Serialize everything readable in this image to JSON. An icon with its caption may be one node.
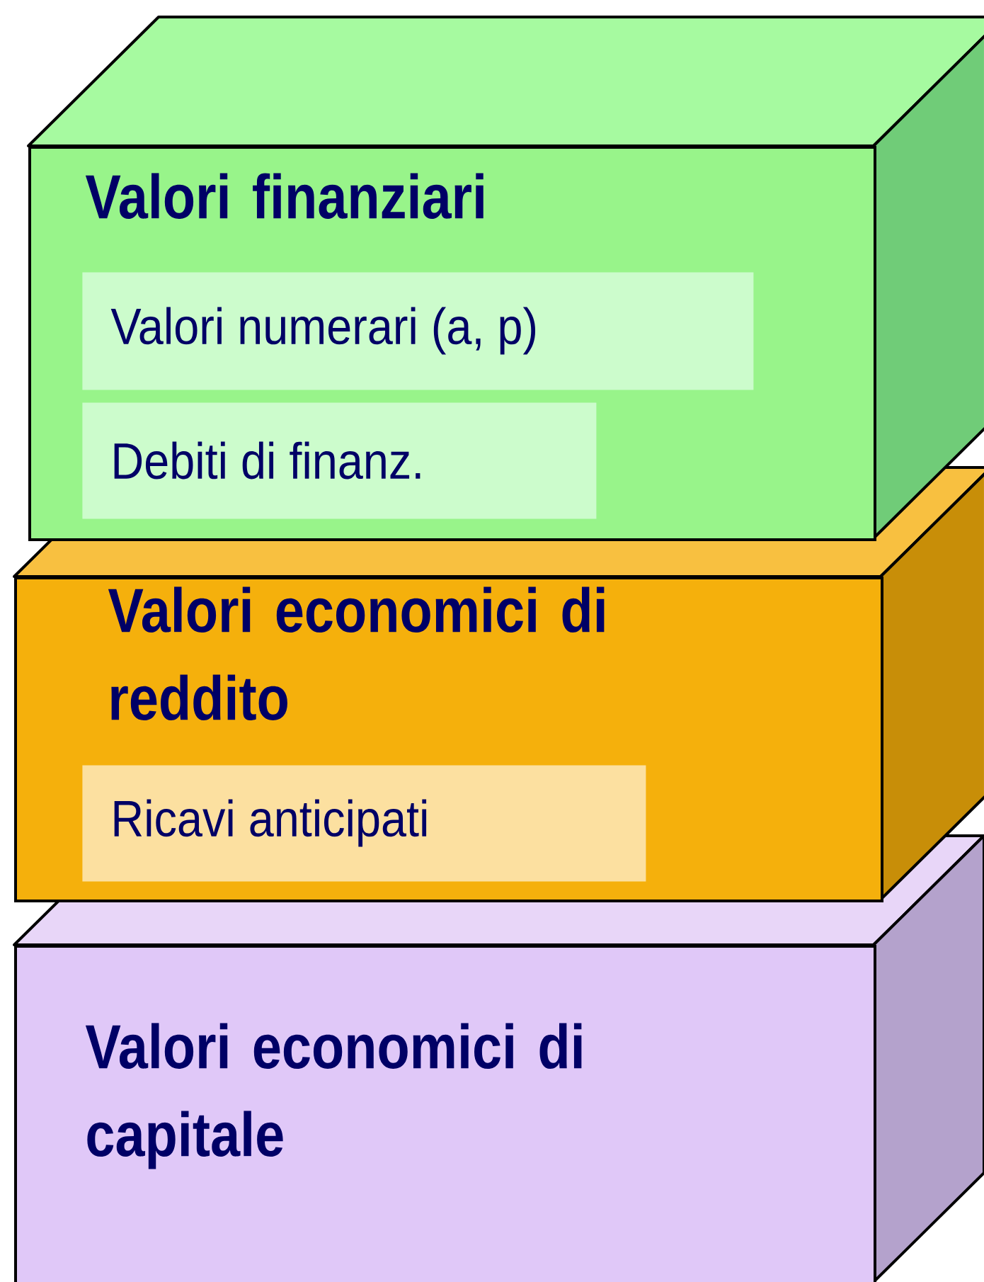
{
  "diagram": {
    "nodes": [
      {
        "text": [
          "Valori finanziari"
        ]
      },
      {
        "text": [
          "Valori numerari (a, p)"
        ],
        "in": 0
      },
      {
        "text": [
          "Debiti di finanz."
        ],
        "in": 0
      },
      {
        "text": [
          "Valori economici di reddito"
        ]
      },
      {
        "text": [
          "Ricavi anticipati"
        ],
        "in": 3
      },
      {
        "text": [
          "Valori economici di capitale"
        ]
      }
    ]
  }
}
